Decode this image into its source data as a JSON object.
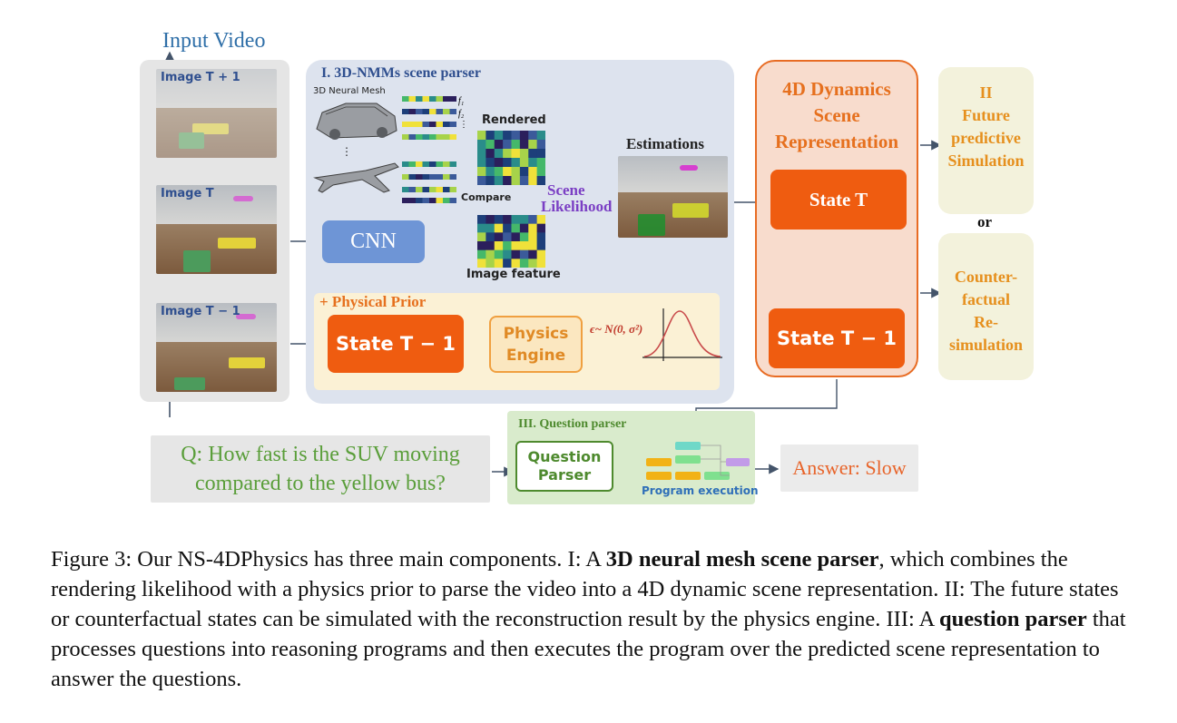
{
  "colors": {
    "orange_state": "#ef5c10",
    "physics_orange": "#f0a040",
    "parser_panel": "#dde3ee",
    "prior_panel": "#fbf1d5",
    "dyn_panel": "#f8dccd",
    "question_green": "#5a9e3a",
    "scene_purple": "#7b3fc4",
    "input_blue": "#2f6fa8"
  },
  "figure": {
    "input_video_label": "Input Video",
    "frames": [
      {
        "label": "Image T + 1"
      },
      {
        "label": "Image T"
      },
      {
        "label": "Image T − 1"
      }
    ],
    "parser": {
      "title": "I. 3D-NMMs scene parser",
      "neural_mesh_label": "3D Neural Mesh",
      "feature_labels": [
        "f₁",
        "f₂",
        "⋮"
      ],
      "dots": "⋮",
      "rendered_label": "Rendered",
      "compare_label": "Compare",
      "image_feature_label": "Image feature",
      "cnn_label": "CNN",
      "scene_likelihood_line1": "Scene",
      "scene_likelihood_line2": "Likelihood",
      "estimations_label": "Estimations",
      "physical_prior_label": "+ Physical Prior",
      "state_prev_label": "State T − 1",
      "physics_engine_line1": "Physics",
      "physics_engine_line2": "Engine",
      "noise_label": "ϵ~ N(0, σ²)"
    },
    "dynamics": {
      "title_line1": "4D Dynamics",
      "title_line2": "Scene",
      "title_line3": "Representation",
      "state_t_label": "State T",
      "state_t_prev_label": "State T − 1"
    },
    "simulation": {
      "future_line1": "II",
      "future_line2": "Future",
      "future_line3": "predictive",
      "future_line4": "Simulation",
      "or_label": "or",
      "counter_line1": "Counter-",
      "counter_line2": "factual",
      "counter_line3": "Re-simulation"
    },
    "question": {
      "q_line1": "Q: How fast is the SUV moving",
      "q_line2": "compared to the yellow bus?",
      "parser_title": "III. Question parser",
      "qp_line1": "Question",
      "qp_line2": "Parser",
      "program_label": "Program execution",
      "answer_label": "Answer: Slow"
    }
  },
  "caption": {
    "p1": "Figure 3: Our NS-4DPhysics has three main components. I: A ",
    "b1": "3D neural mesh scene parser",
    "p2": ", which combines the rendering likelihood with a physics prior to parse the video into a 4D dynamic scene representation. II: The future states or counterfactual states can be simulated with the reconstruction result by the physics engine. III: A ",
    "b2": "question parser",
    "p3": " that processes questions into reasoning programs and then executes the program over the predicted scene representation to answer the questions."
  }
}
